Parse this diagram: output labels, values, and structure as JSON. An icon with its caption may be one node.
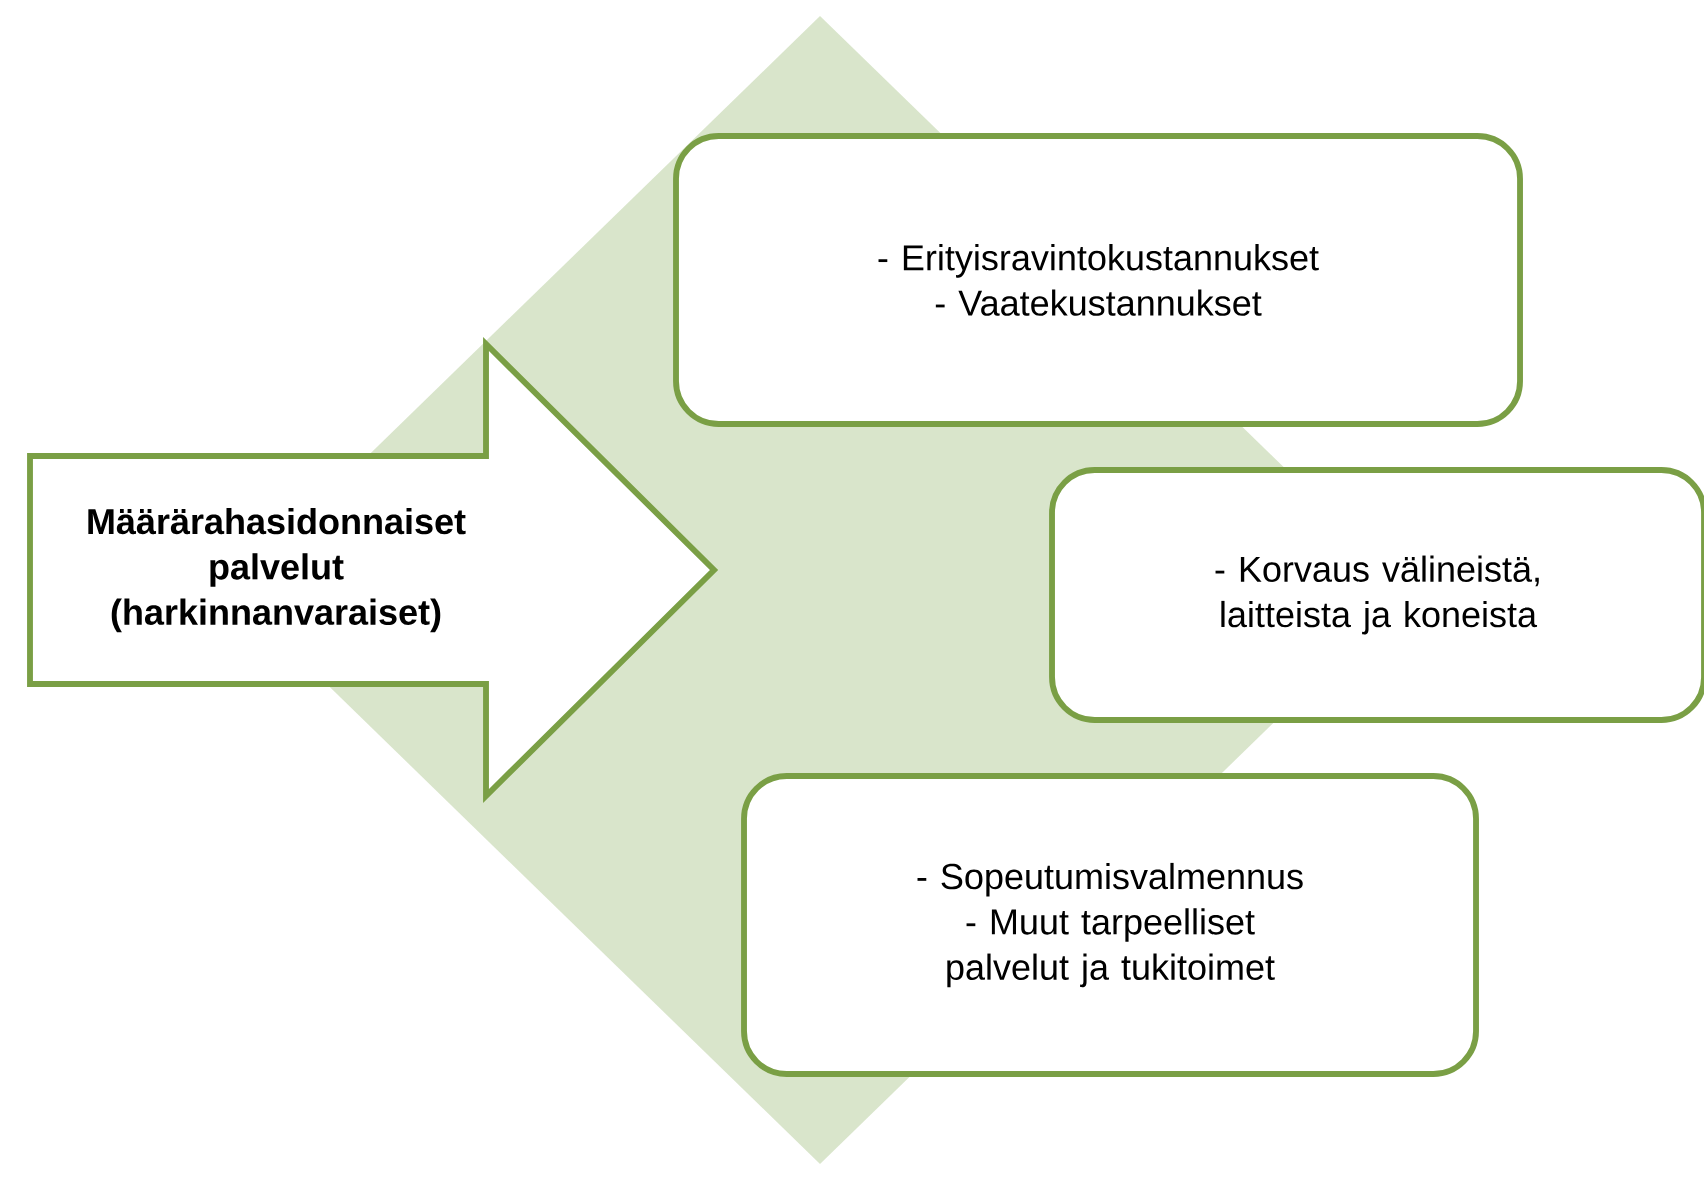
{
  "diagram": {
    "nodes": [
      {
        "text": [
          "Määrärahasidonnaiset palvelut (harkinnanvaraiset)"
        ]
      },
      {
        "text": [
          "- Erityisravintokustannukset",
          "- Vaatekustannukset"
        ]
      },
      {
        "text": [
          "- Korvaus välineistä, laitteista ja koneista"
        ]
      },
      {
        "text": [
          "- Sopeutumisvalmennus",
          "- Muut tarpeelliset palvelut ja tukitoimet"
        ]
      }
    ]
  }
}
